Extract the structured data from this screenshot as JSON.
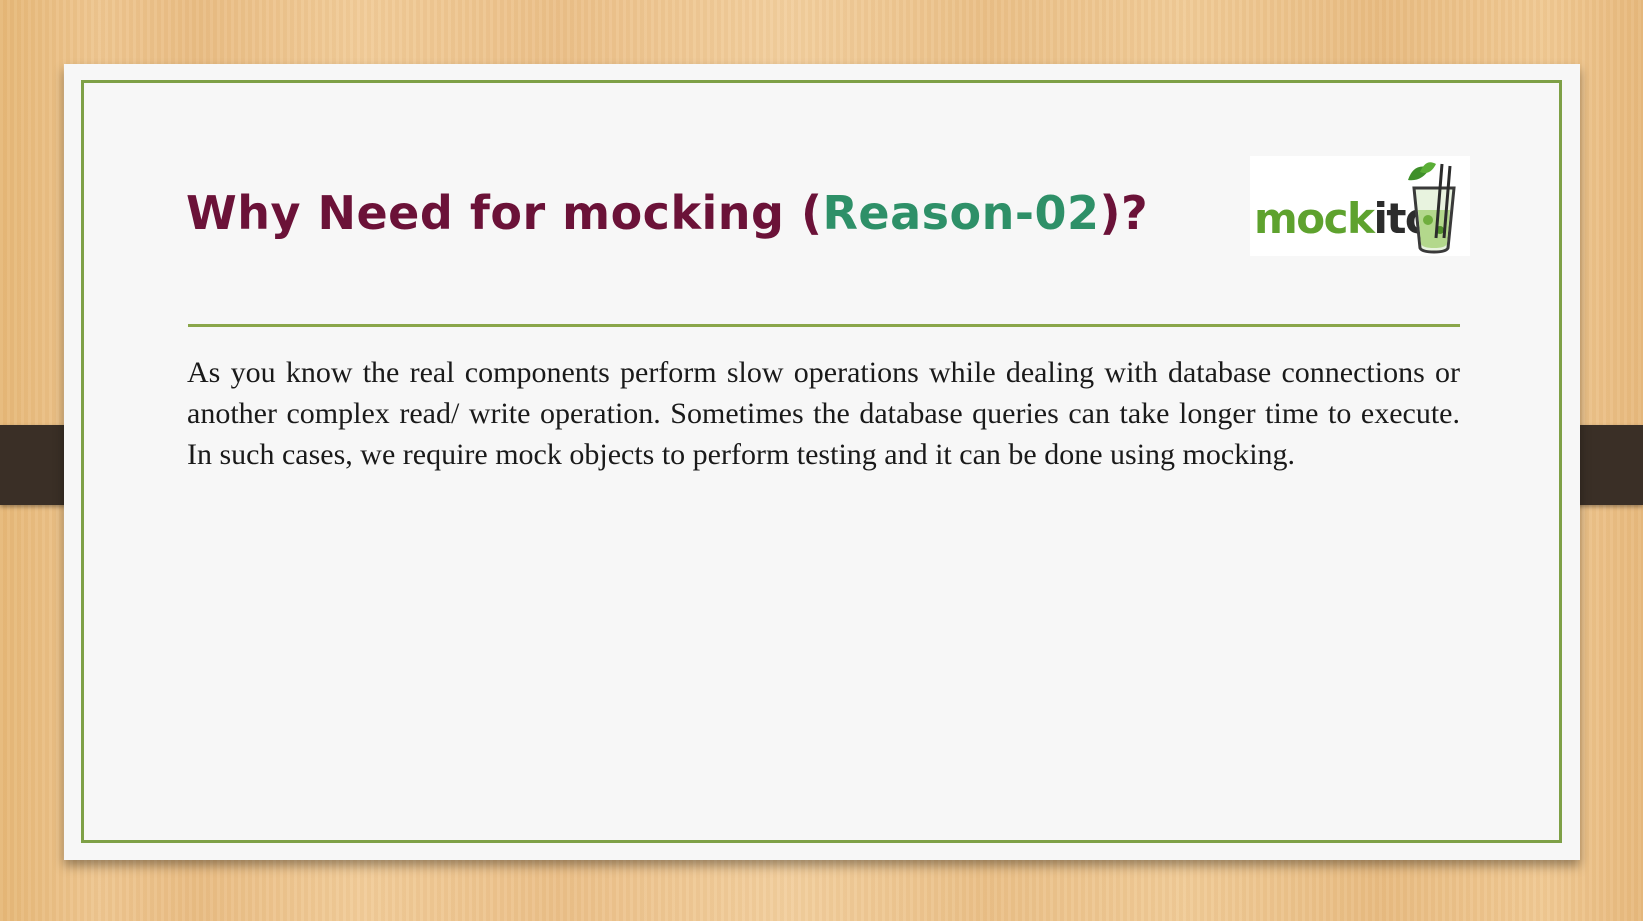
{
  "slide": {
    "title_main": "Why Need for mocking (",
    "title_accent": "Reason-02",
    "title_end": ")?",
    "body": "As you know the real components perform slow operations while dealing with database connections or another complex read/ write operation. Sometimes the database queries can take longer time to execute. In such cases, we require mock objects to perform testing and it can be done using mocking."
  },
  "logo": {
    "text_green": "mock",
    "text_dark": "ito",
    "icon": "mojito-glass-icon"
  },
  "colors": {
    "title": "#6b1238",
    "accent": "#2e9068",
    "frame": "#7ea046",
    "body_text": "#1a1a1a"
  }
}
